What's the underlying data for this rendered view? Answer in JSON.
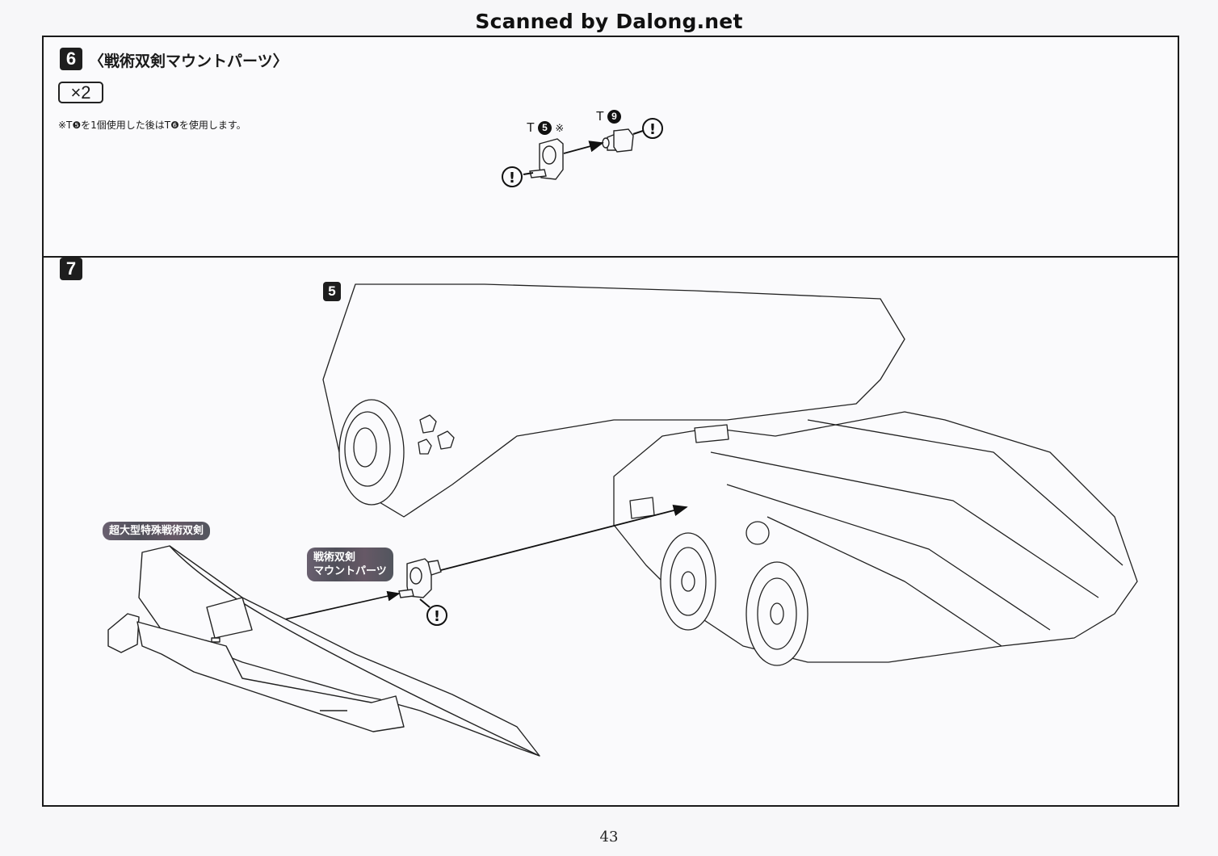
{
  "watermark": "Scanned by Dalong.net",
  "page_number": "43",
  "step6": {
    "number": "6",
    "title": "〈戦術双剣マウントパーツ〉",
    "quantity": "×2",
    "note": "※T❺を1個使用した後はT❻を使用します。",
    "parts": [
      {
        "runner": "T",
        "number": "5",
        "suffix": "※"
      },
      {
        "runner": "T",
        "number": "9",
        "suffix": ""
      }
    ],
    "caution_icon": "!"
  },
  "step7": {
    "number": "7",
    "sub_step_ref": "5",
    "callouts": {
      "sword": "超大型特殊戦術双剣",
      "mount_line1": "戦術双剣",
      "mount_line2": "マウントパーツ"
    },
    "caution_icon": "!"
  }
}
